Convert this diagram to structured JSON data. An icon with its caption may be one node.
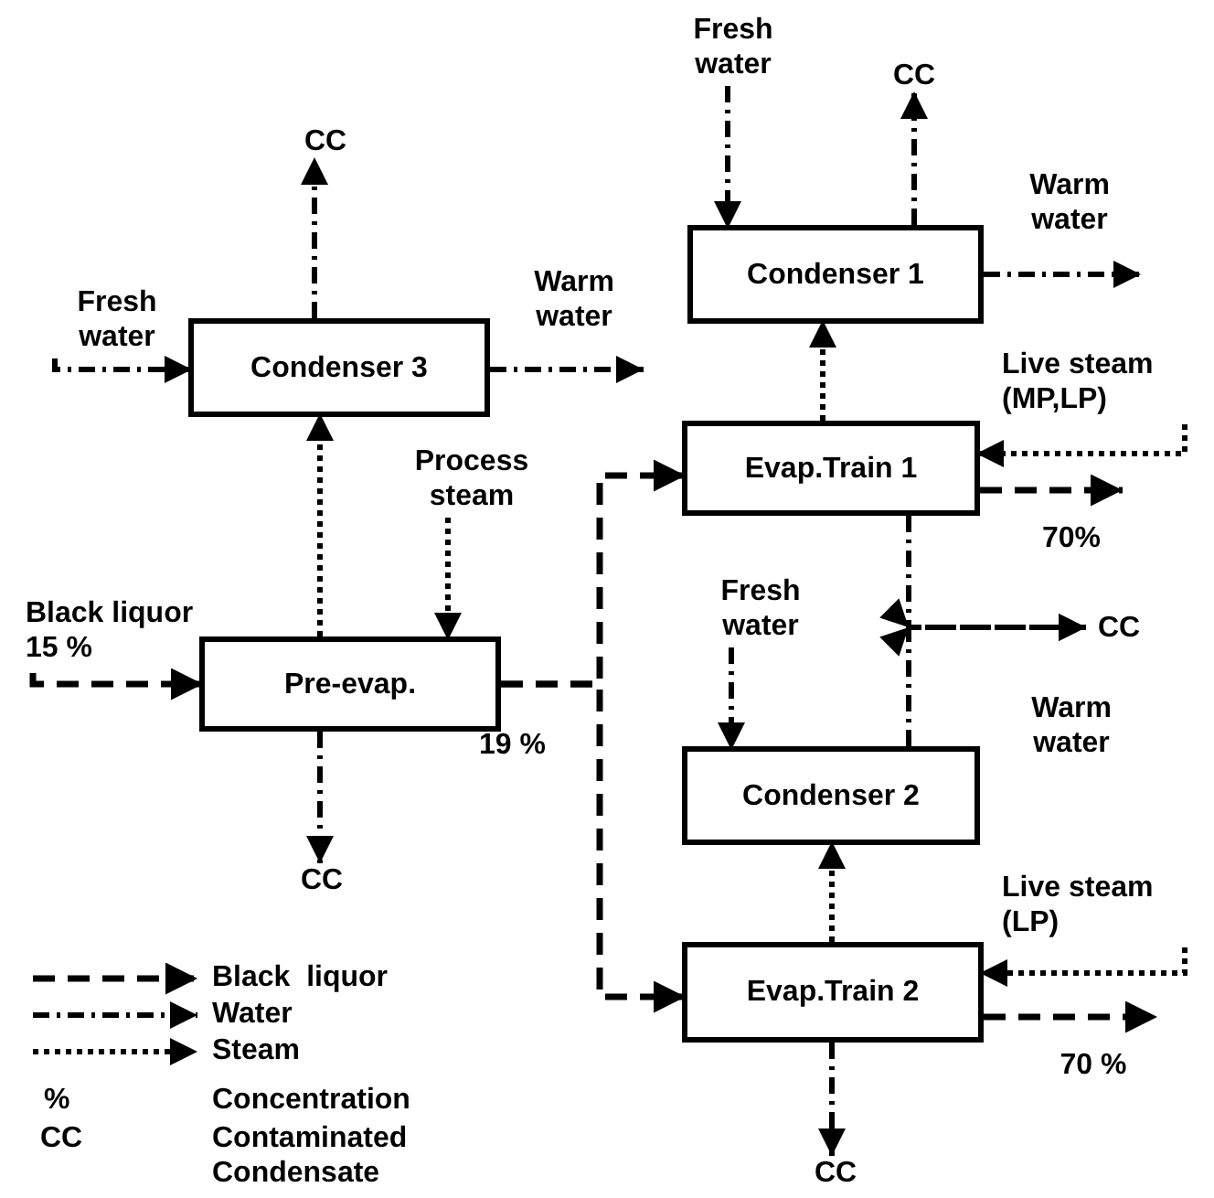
{
  "diagram": {
    "nodes": [
      {
        "text": [
          "Condenser 3"
        ]
      },
      {
        "text": [
          "Pre-evap."
        ]
      },
      {
        "text": [
          "Condenser 1"
        ]
      },
      {
        "text": [
          "Evap.Train 1"
        ]
      },
      {
        "text": [
          "Condenser 2"
        ]
      },
      {
        "text": [
          "Evap.Train 2"
        ]
      },
      {
        "text": [
          "CC"
        ]
      },
      {
        "text": [
          "Fresh water"
        ]
      },
      {
        "text": [
          "Warm water"
        ]
      },
      {
        "text": [
          "Process steam"
        ]
      },
      {
        "text": [
          "Black liquor",
          "15 %"
        ]
      },
      {
        "text": [
          "CC"
        ]
      },
      {
        "text": [
          "Fresh water"
        ]
      },
      {
        "text": [
          "CC"
        ]
      },
      {
        "text": [
          "Warm water"
        ]
      },
      {
        "text": [
          "Live steam (MP,LP)"
        ]
      },
      {
        "text": [
          "70%"
        ]
      },
      {
        "text": [
          "Fresh water"
        ]
      },
      {
        "text": [
          "CC"
        ]
      },
      {
        "text": [
          "Warm water"
        ]
      },
      {
        "text": [
          "Live steam (LP)"
        ]
      },
      {
        "text": [
          "70 %"
        ]
      },
      {
        "text": [
          "CC"
        ]
      }
    ],
    "edges": [
      {
        "from": 0,
        "to": 6,
        "arrow": "to"
      },
      {
        "from": 7,
        "to": 0,
        "arrow": "to"
      },
      {
        "from": 0,
        "to": 8,
        "arrow": "to"
      },
      {
        "from": 1,
        "to": 0,
        "arrow": "to"
      },
      {
        "from": 9,
        "to": 1,
        "arrow": "to"
      },
      {
        "from": 10,
        "to": 1,
        "arrow": "to",
        "style": "dashed"
      },
      {
        "from": 1,
        "to": 11,
        "arrow": "to"
      },
      {
        "from": 1,
        "to": 3,
        "arrow": "to",
        "style": "dashed"
      },
      {
        "from": 1,
        "to": 5,
        "arrow": "to",
        "style": "dashed",
        "label": "19 %"
      },
      {
        "from": 12,
        "to": 2,
        "arrow": "to"
      },
      {
        "from": 2,
        "to": 13,
        "arrow": "to"
      },
      {
        "from": 2,
        "to": 14,
        "arrow": "to"
      },
      {
        "from": 3,
        "to": 2,
        "arrow": "to"
      },
      {
        "from": 15,
        "to": 3,
        "arrow": "to"
      },
      {
        "from": 3,
        "to": 16,
        "arrow": "to",
        "style": "dashed"
      },
      {
        "from": 3,
        "to": 18,
        "arrow": "to"
      },
      {
        "from": 4,
        "to": 18,
        "arrow": "to"
      },
      {
        "from": 17,
        "to": 4,
        "arrow": "to"
      },
      {
        "from": 5,
        "to": 4,
        "arrow": "to"
      },
      {
        "from": 20,
        "to": 5,
        "arrow": "to"
      },
      {
        "from": 5,
        "to": 21,
        "arrow": "to",
        "style": "dashed"
      },
      {
        "from": 5,
        "to": 22,
        "arrow": "to"
      }
    ],
    "labels": [
      "%",
      "Concentration",
      "CC",
      "Contaminated Condensate"
    ],
    "legend": [
      {
        "text": "Black  liquor"
      },
      {
        "text": "Water"
      },
      {
        "text": "Steam"
      }
    ]
  }
}
